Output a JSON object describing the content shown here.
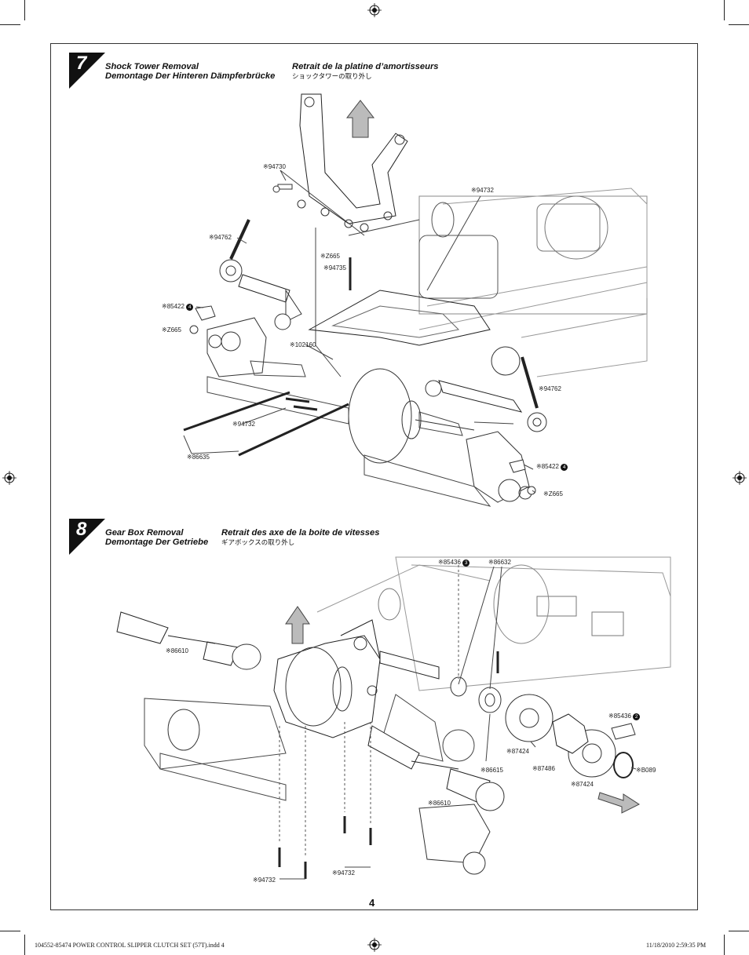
{
  "page": {
    "number": "4",
    "footer_file": "104552-85474  POWER CONTROL SLIPPER CLUTCH SET (57T).indd   4",
    "footer_date": "11/18/2010   2:59:35 PM"
  },
  "step7": {
    "number": "7",
    "title_en": "Shock Tower Removal",
    "title_de": "Demontage Der Hinteren Dämpferbrücke",
    "title_fr": "Retrait de la platine d’amortisseurs",
    "title_jp": "ショックタワーの取り外し",
    "labels": {
      "p94730": "※94730",
      "p94732_top": "※94732",
      "p94762_left": "※94762",
      "pZ665_a": "※Z665",
      "p94735": "※94735",
      "p85422_left": "※85422",
      "p85422_left_badge": "4",
      "pZ665_left": "※Z665",
      "p102160": "※102160",
      "p94762_right": "※94762",
      "p94732_bottom": "※94732",
      "p86635": "※86635",
      "p85422_right": "※85422",
      "p85422_right_badge": "4",
      "pZ665_right": "※Z665"
    }
  },
  "step8": {
    "number": "8",
    "title_en": "Gear Box Removal",
    "title_de": "Demontage Der Getriebe",
    "title_fr": "Retrait des axe de la boite de vitesses",
    "title_jp": "ギアボックスの取り外し",
    "labels": {
      "p85436_top": "※85436",
      "p85436_top_badge": "3",
      "p86632": "※86632",
      "p86610_left": "※86610",
      "p85436_right": "※85436",
      "p85436_right_badge": "2",
      "p87424_a": "※87424",
      "p86615": "※86615",
      "p87486": "※87486",
      "pB089": "※B089",
      "p87424_b": "※87424",
      "p86610_bottom": "※86610",
      "p94732_left": "※94732",
      "p94732_right": "※94732"
    }
  }
}
